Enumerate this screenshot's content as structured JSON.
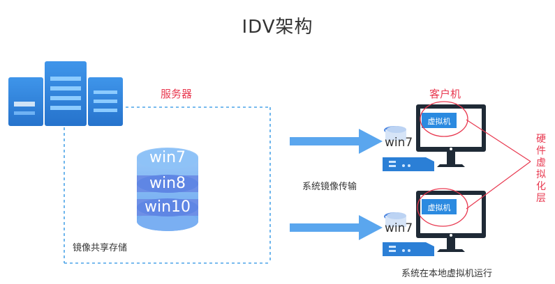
{
  "title": "IDV架构",
  "server_label": "服务器",
  "client_label": "客户机",
  "storage": {
    "images": [
      "win7",
      "win8",
      "win10"
    ],
    "label": "镜像共享存储"
  },
  "transfer_label": "系统镜像传输",
  "run_label": "系统在本地虚拟机运行",
  "clients": [
    {
      "os_label": "win7",
      "vm_label": "虚拟机"
    },
    {
      "os_label": "win7",
      "vm_label": "虚拟机"
    }
  ],
  "hardware_layer_label": "硬件虚拟化层",
  "colors": {
    "server_blue": "#2b7fd6",
    "server_light": "#4aa3f0",
    "arrow": "#5aa6ee",
    "db_top": "#8fc4f7",
    "db_band": "#5a8de8",
    "accent_red": "#e8384f",
    "dashed": "#4aa3e8",
    "monitor": "#1f2a36"
  }
}
